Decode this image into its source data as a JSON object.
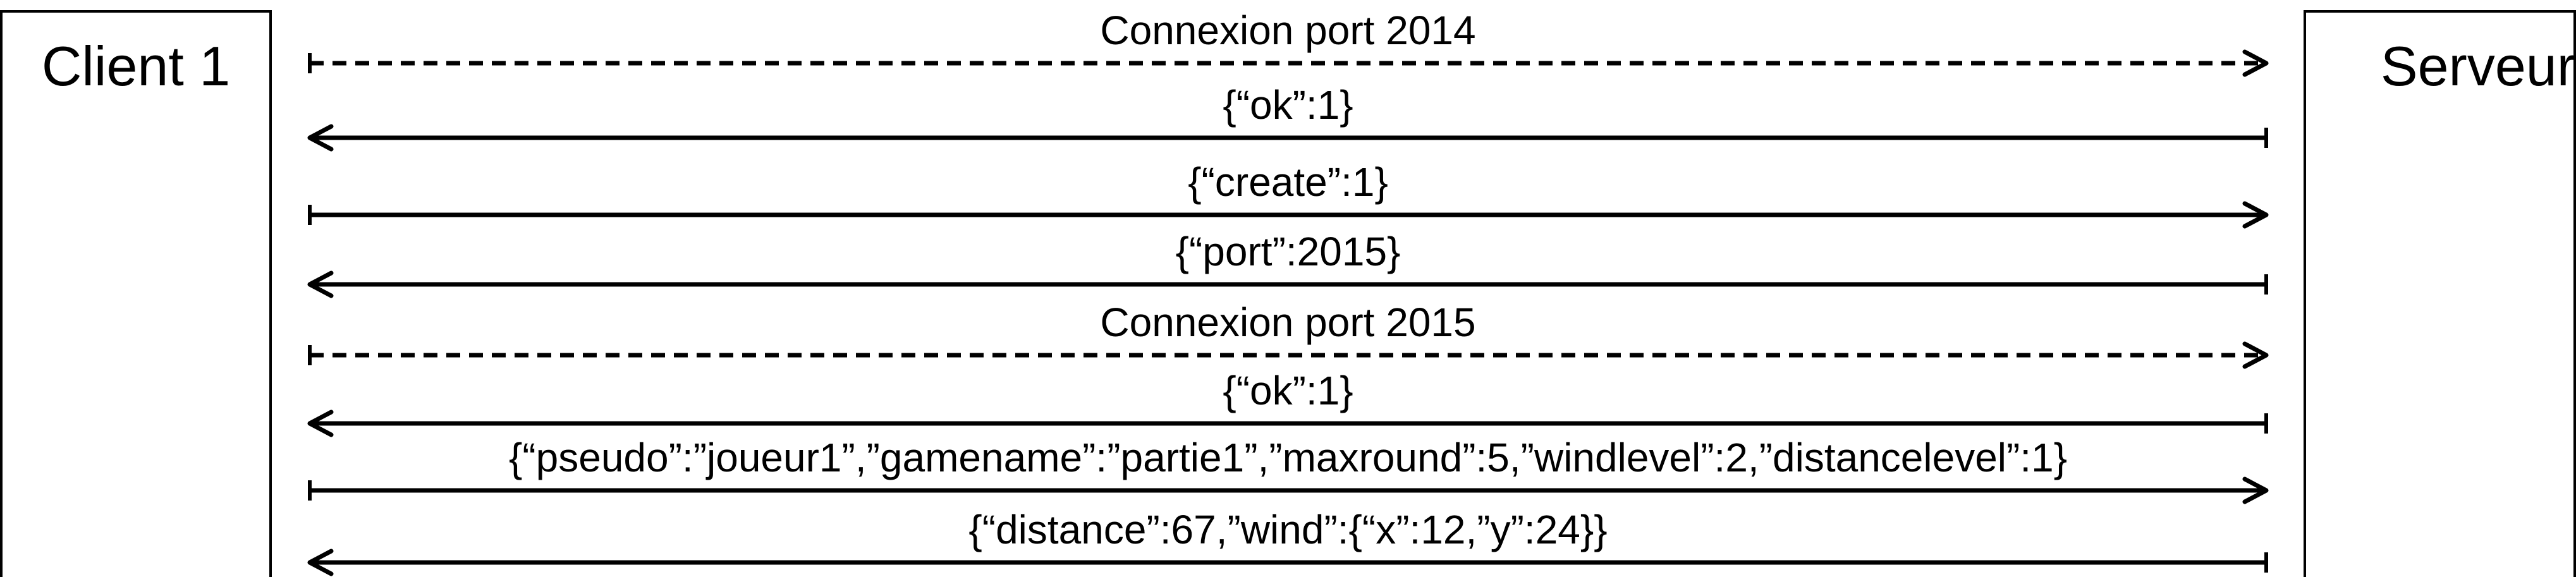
{
  "actors": {
    "left": {
      "label": "Client 1"
    },
    "right": {
      "label": "Serveur"
    }
  },
  "messages": [
    {
      "label": "Connexion port 2014",
      "direction": "to-right",
      "style": "dashed"
    },
    {
      "label": "{“ok”:1}",
      "direction": "to-left",
      "style": "solid"
    },
    {
      "label": "{“create”:1}",
      "direction": "to-right",
      "style": "solid"
    },
    {
      "label": "{“port”:2015}",
      "direction": "to-left",
      "style": "solid"
    },
    {
      "label": "Connexion port 2015",
      "direction": "to-right",
      "style": "dashed"
    },
    {
      "label": "{“ok”:1}",
      "direction": "to-left",
      "style": "solid"
    },
    {
      "label": "{“pseudo”:”joueur1”,”gamename”:”partie1”,”maxround”:5,”windlevel”:2,”distancelevel”:1}",
      "direction": "to-right",
      "style": "solid"
    },
    {
      "label": "{“distance”:67,”wind”:{“x”:12,”y”:24}}",
      "direction": "to-left",
      "style": "solid"
    }
  ]
}
